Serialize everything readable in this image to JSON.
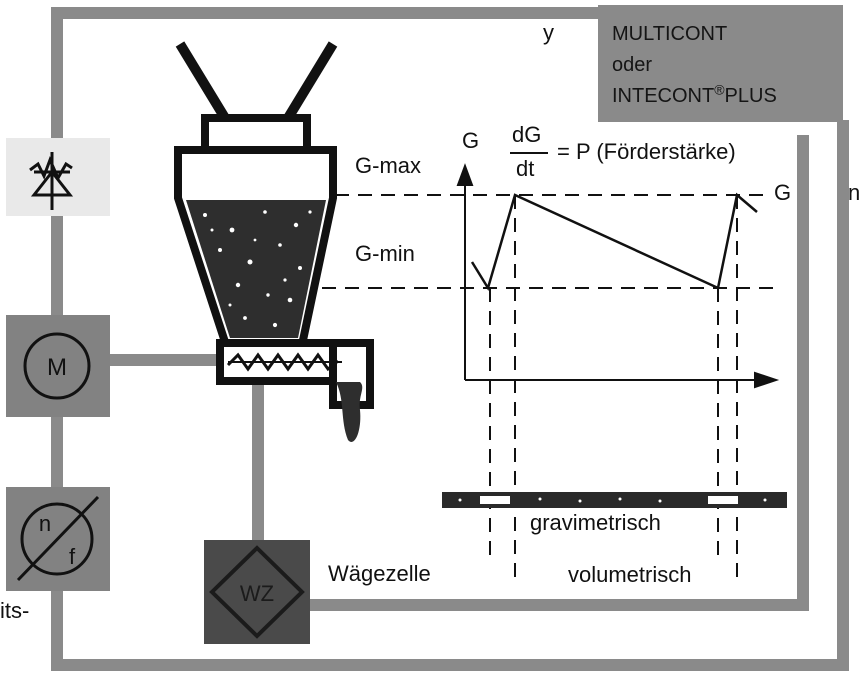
{
  "controller": {
    "line1": "MULTICONT",
    "line2": "oder",
    "line3_a": "INTECONT",
    "line3_reg": "®",
    "line3_b": "PLUS"
  },
  "labels": {
    "y": "y",
    "n": "n",
    "its": "its-",
    "g_axis": "G",
    "g_right": "G",
    "g_max": "G-max",
    "g_min": "G-min",
    "frac_num": "dG",
    "frac_den": "dt",
    "formula_rest": "= P (Förderstärke)",
    "gravimetrisch": "gravimetrisch",
    "volumetrisch": "volumetrisch",
    "waegezelle": "Wägezelle"
  },
  "blocks": {
    "motor": "M",
    "freq_n": "n",
    "freq_f": "f",
    "weigh_cell": "WZ"
  },
  "colors": {
    "wire": "#8a8a8a",
    "block_gray": "#828282",
    "weigh_cell": "#4a4a4a",
    "control_box": "#8a8a8a",
    "rectifier_bg": "#e9e9e9",
    "ink": "#111111"
  }
}
